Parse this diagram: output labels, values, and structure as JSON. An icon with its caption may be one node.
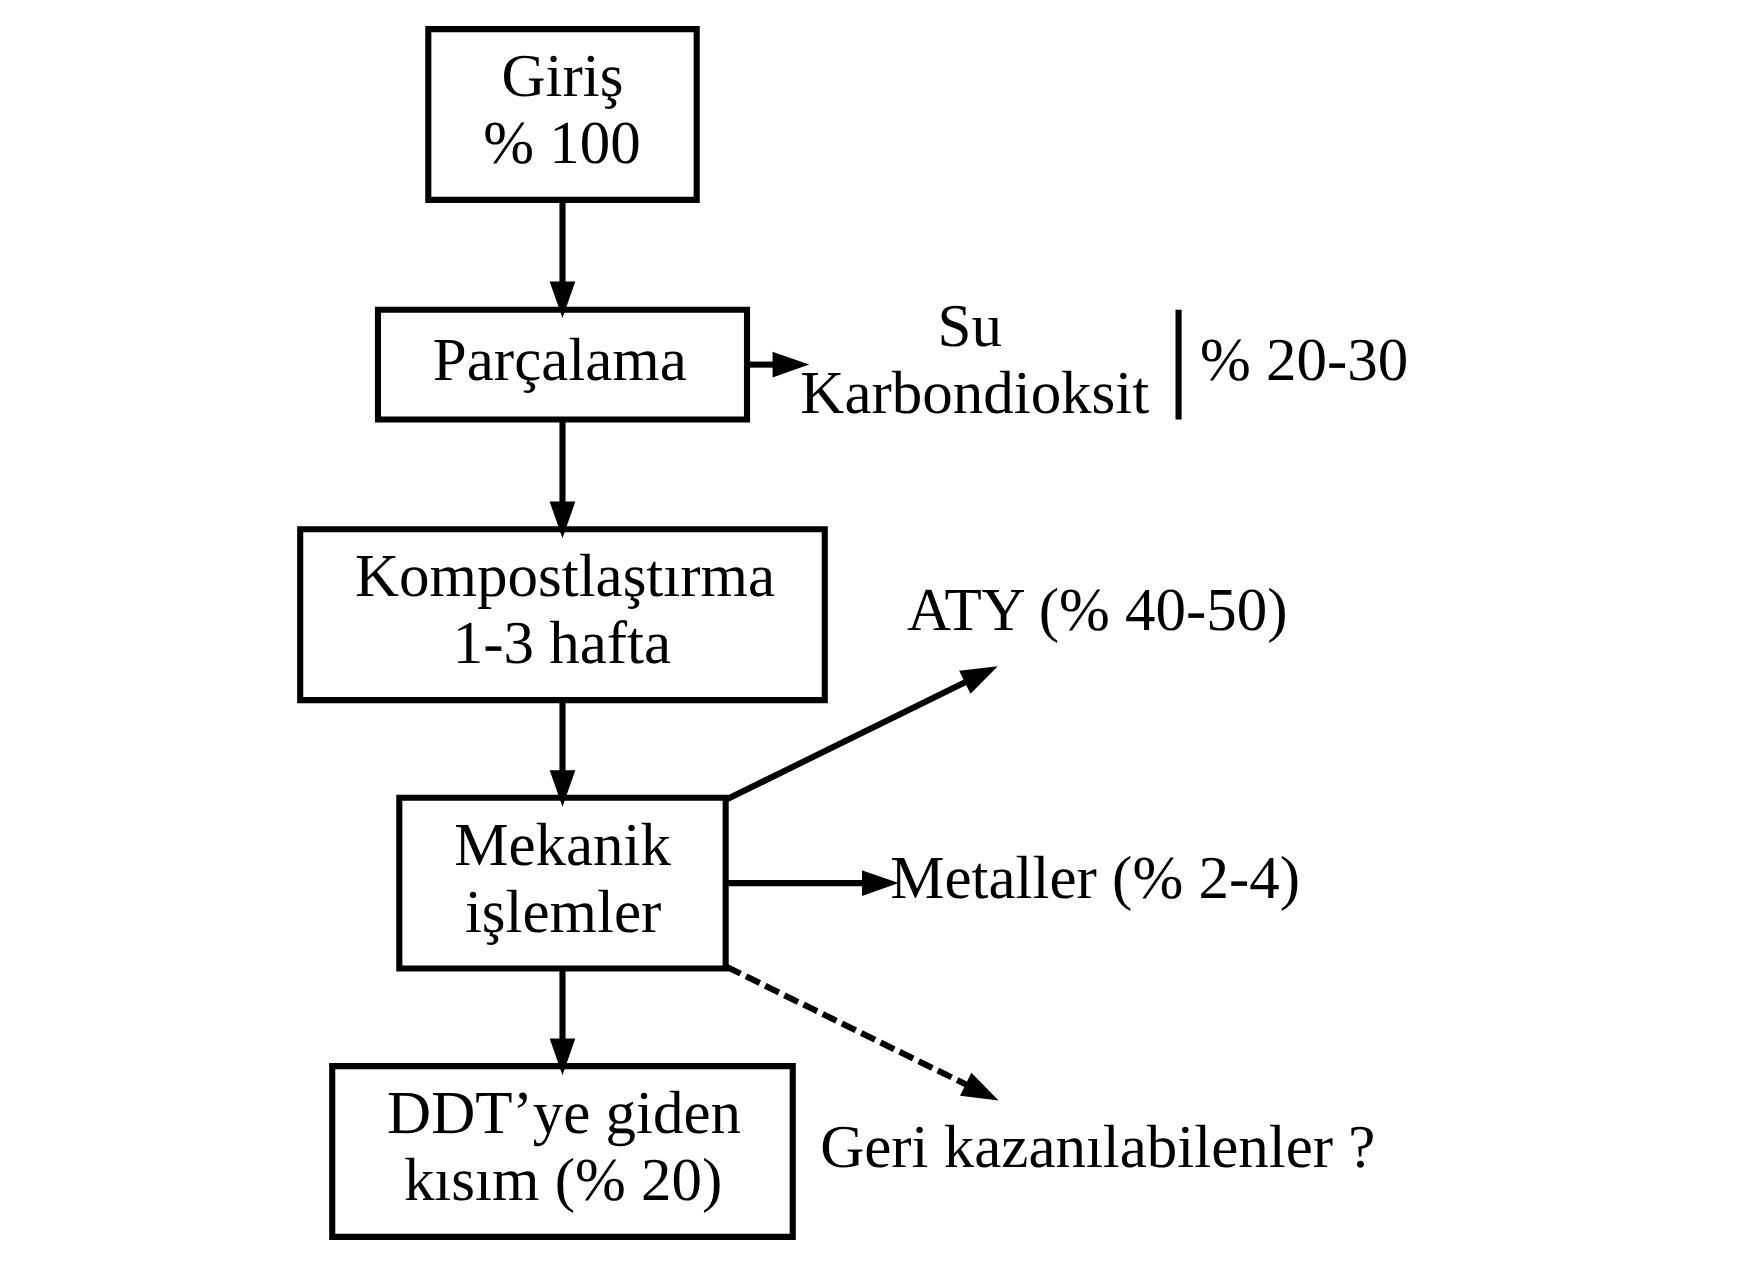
{
  "diagram": {
    "nodes": [
      {
        "text": [
          "Giriş % 100"
        ]
      },
      {
        "text": [
          "Parçalama"
        ]
      },
      {
        "text": [
          "Su Karbondioksit"
        ],
        "beside": [
          "% 20-30"
        ]
      },
      {
        "text": [
          "Kompostlaştırma 1-3 hafta"
        ]
      },
      {
        "text": [
          "Mekanik işlemler"
        ]
      },
      {
        "text": [
          "ATY (% 40-50)"
        ]
      },
      {
        "text": [
          "Metaller (% 2-4)"
        ]
      },
      {
        "text": [
          "Geri kazanılabilenler ?"
        ]
      },
      {
        "text": [
          "DDT’ye giden kısım (% 20)"
        ]
      }
    ],
    "edges": [
      {
        "from": 0,
        "to": 1,
        "arrow": "to"
      },
      {
        "from": 1,
        "to": 2,
        "arrow": "to"
      },
      {
        "from": 1,
        "to": 3,
        "arrow": "to"
      },
      {
        "from": 3,
        "to": 4,
        "arrow": "to"
      },
      {
        "from": 4,
        "to": 5,
        "arrow": "to"
      },
      {
        "from": 4,
        "to": 6,
        "arrow": "to"
      },
      {
        "from": 4,
        "to": 7,
        "arrow": "to",
        "style": "dashed"
      },
      {
        "from": 4,
        "to": 8,
        "arrow": "to"
      }
    ]
  }
}
